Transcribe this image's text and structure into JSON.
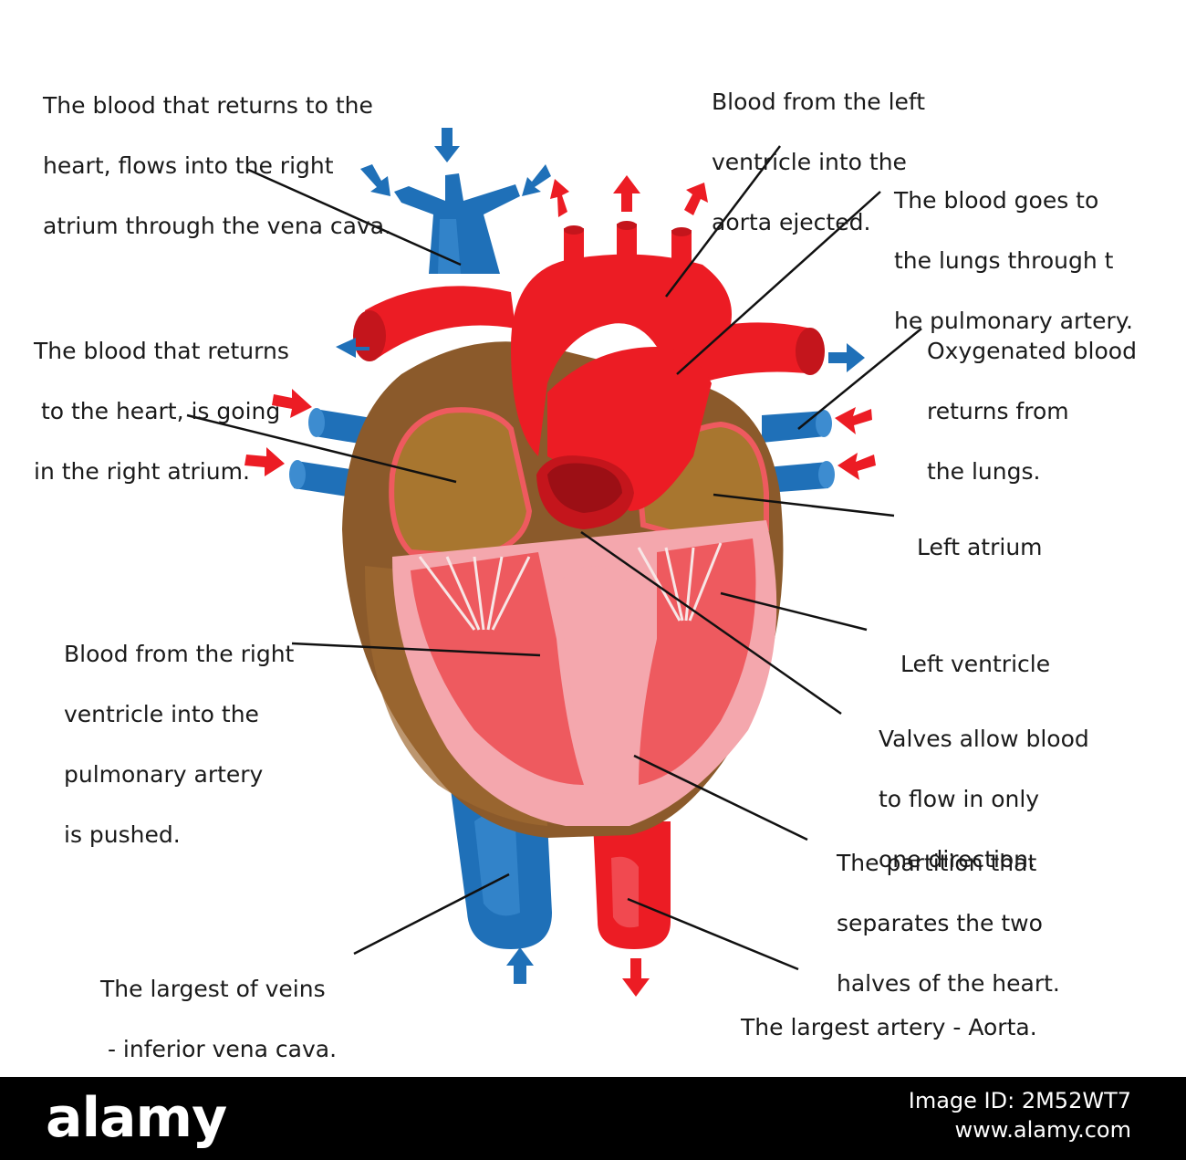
{
  "labels": {
    "vena_cava": [
      "The blood that returns to the",
      "heart, flows into the right",
      "atrium through the vena cava."
    ],
    "aorta_ejected": [
      "Blood from the left",
      "ventricle into the",
      "aorta ejected."
    ],
    "pulmonary_artery": [
      "The blood goes to",
      "the lungs through t",
      "he pulmonary artery."
    ],
    "right_atrium": [
      "The blood that returns",
      " to the heart, is going",
      "in the right atrium."
    ],
    "oxygenated": [
      "Oxygenated blood",
      "returns from",
      "the lungs."
    ],
    "left_atrium": [
      "Left atrium"
    ],
    "right_ventricle": [
      "Blood from the right",
      "ventricle into the",
      "pulmonary artery",
      "is pushed."
    ],
    "left_ventricle": [
      "Left ventricle"
    ],
    "valves": [
      "Valves allow blood",
      "to flow in only",
      "one direction."
    ],
    "partition": [
      "The partition that",
      "separates the two",
      "halves of the heart."
    ],
    "inferior_vena_cava": [
      "The largest of veins",
      " - inferior vena cava."
    ],
    "aorta": [
      "The largest artery - Aorta."
    ]
  },
  "footer": {
    "brand": "alamy",
    "image_id_line1": "Image ID: 2M52WT7",
    "image_id_line2": "www.alamy.com"
  },
  "colors": {
    "vein_blue": "#1f70b8",
    "artery_red": "#ec1c24",
    "muscle_brown": "#8b5a2b",
    "atrium_tan": "#a8762f",
    "ventricle_pink": "#f4a7ad",
    "chamber_red": "#ee5a5f"
  }
}
